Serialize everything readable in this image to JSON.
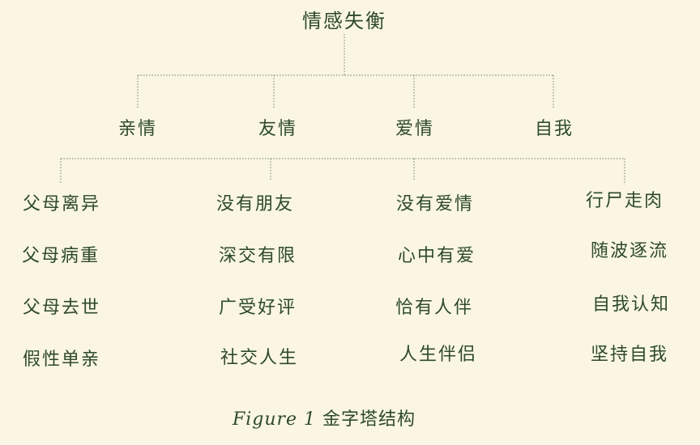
{
  "root": "情感失衡",
  "branches": [
    "亲情",
    "友情",
    "爱情",
    "自我"
  ],
  "columns": [
    [
      "父母离异",
      "父母病重",
      "父母去世",
      "假性单亲"
    ],
    [
      "没有朋友",
      "深交有限",
      "广受好评",
      "社交人生"
    ],
    [
      "没有爱情",
      "心中有爱",
      "恰有人伴",
      "人生伴侣"
    ],
    [
      "行尸走肉",
      "随波逐流",
      "自我认知",
      "坚持自我"
    ]
  ],
  "caption": {
    "figure": "Figure 1",
    "title": "金字塔结构"
  },
  "colors": {
    "background": "#faf6e3",
    "text": "#2e4a2a",
    "line": "#6f7f66"
  }
}
